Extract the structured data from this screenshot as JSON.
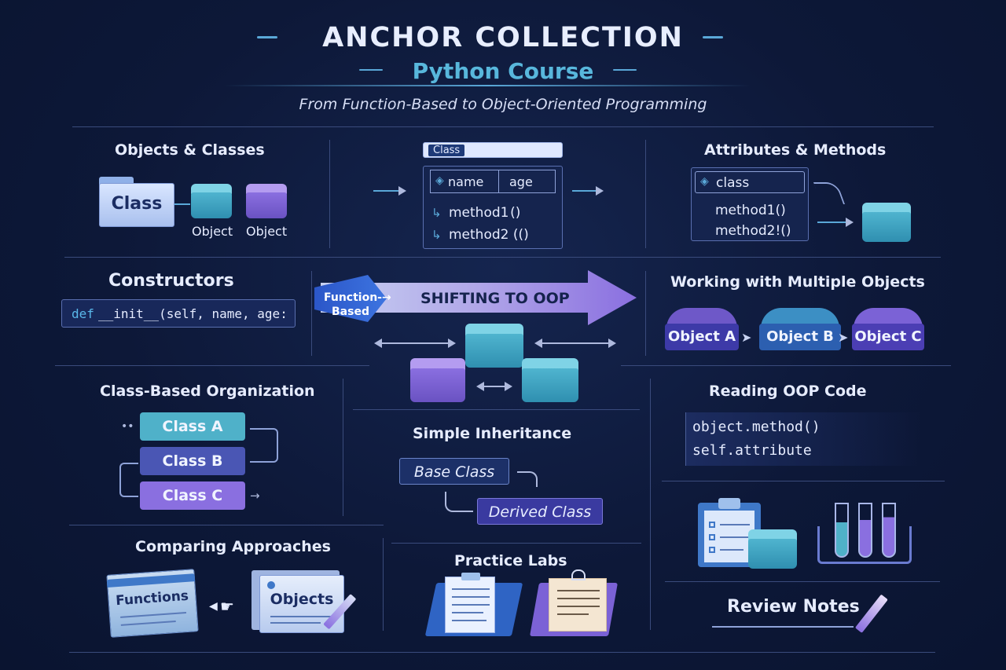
{
  "header": {
    "title": "ANCHOR COLLECTION",
    "subtitle": "Python Course",
    "tagline": "From Function-Based to Object-Oriented Programming"
  },
  "objects_classes": {
    "title": "Objects & Classes",
    "class_label": "Class",
    "object_1": "Object",
    "object_2": "Object"
  },
  "class_diagram": {
    "tab": "Class",
    "attr_1": "name",
    "attr_2": "age",
    "method_1": "method1 ()",
    "method_2": "method2 (()"
  },
  "attributes_methods": {
    "title": "Attributes & Methods",
    "class_label": "class",
    "method_1": "method1()",
    "method_2": "method2!()"
  },
  "constructors": {
    "title": "Constructors",
    "code_keyword": "def",
    "code_rest": "__init__(self, name, age:"
  },
  "shift": {
    "from_line1": "Function-→",
    "from_line2": "Based",
    "label": "SHIFTING TO OOP"
  },
  "multiple_objects": {
    "title": "Working with Multiple Objects",
    "items": [
      "Object A",
      "Object B",
      "Object C"
    ]
  },
  "class_org": {
    "title": "Class-Based Organization",
    "items": [
      "Class A",
      "Class B",
      "Class C"
    ]
  },
  "inheritance": {
    "title": "Simple Inheritance",
    "base": "Base Class",
    "derived": "Derived Class"
  },
  "reading_code": {
    "title": "Reading OOP Code",
    "line_1": "object.method()",
    "line_2": "self.attribute"
  },
  "comparing": {
    "title": "Comparing Approaches",
    "functions": "Functions",
    "objects": "Objects"
  },
  "labs": {
    "title": "Practice Labs"
  },
  "review": {
    "title": "Review Notes"
  },
  "icons": [
    "folder-icon",
    "cube-icon",
    "clipboard-icon",
    "test-tubes-icon",
    "pencil-icon",
    "document-icon",
    "hand-pointer-icon"
  ]
}
